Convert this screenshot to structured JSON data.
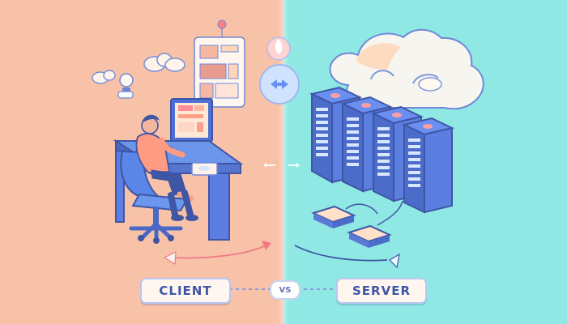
{
  "scene": {
    "left_side": "client",
    "right_side": "server"
  },
  "labels": {
    "client": "CLIENT",
    "server": "SERVER",
    "vs": "VS"
  },
  "colors": {
    "left_background": "#f8c2a8",
    "right_background": "#8fe8e4",
    "label_text": "#3f55a5",
    "server_body": "#5578d8",
    "cloud": "#f6f5ef",
    "desk": "#6d95ea",
    "chair": "#5a86e8"
  },
  "icons": [
    "computer-icon",
    "desk-icon",
    "chair-icon",
    "person-icon",
    "cloud-icon",
    "server-icon",
    "connection-arrow-icon",
    "lightbulb-icon",
    "balloon-icon"
  ]
}
